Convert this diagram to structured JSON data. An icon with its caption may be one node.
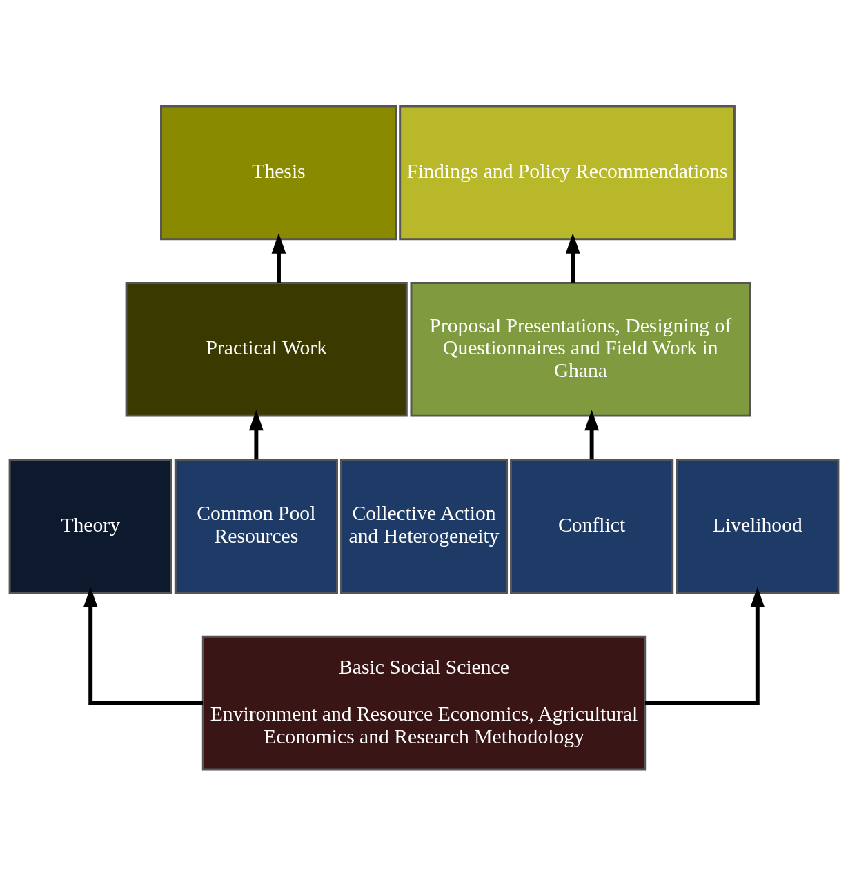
{
  "diagram": {
    "nodes": [
      {
        "text": [
          "Thesis"
        ]
      },
      {
        "text": [
          "Findings and Policy Recommendations"
        ]
      },
      {
        "text": [
          "Practical Work"
        ]
      },
      {
        "text": [
          "Proposal Presentations, Designing of Questionnaires and Field Work in Ghana"
        ]
      },
      {
        "text": [
          "Theory"
        ]
      },
      {
        "text": [
          "Common Pool Resources"
        ]
      },
      {
        "text": [
          "Collective Action and Heterogeneity"
        ]
      },
      {
        "text": [
          "Conflict"
        ]
      },
      {
        "text": [
          "Livelihood"
        ]
      },
      {
        "text": [
          "Basic Social Science",
          "Environment and Resource Economics, Agricultural Economics and Research Methodology"
        ]
      }
    ],
    "edges": [
      {
        "from": 2,
        "to": 0,
        "arrow": "to"
      },
      {
        "from": 3,
        "to": 1,
        "arrow": "to"
      },
      {
        "from": 5,
        "to": 2,
        "arrow": "to"
      },
      {
        "from": 7,
        "to": 3,
        "arrow": "to"
      },
      {
        "from": 9,
        "to": 4,
        "arrow": "to"
      },
      {
        "from": 9,
        "to": 8,
        "arrow": "to"
      }
    ]
  }
}
